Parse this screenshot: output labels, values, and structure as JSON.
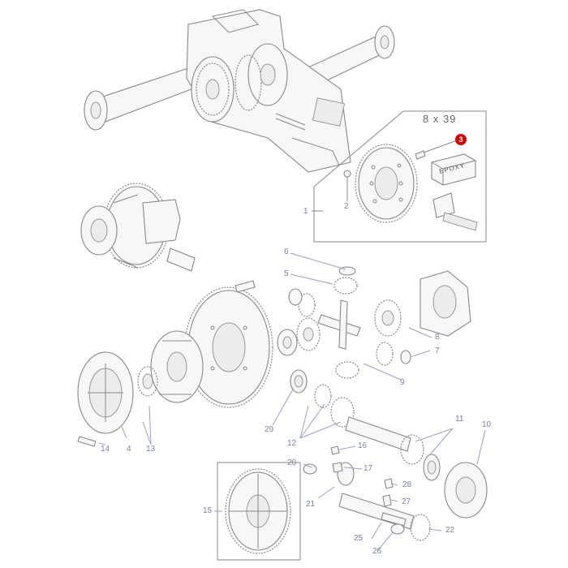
{
  "diagram": {
    "inset": {
      "header_text": "8 x 39",
      "epoxy_label": "EPOXY",
      "badge_number": "3"
    },
    "callouts": {
      "c1": "1",
      "c2": "2",
      "c4": "4",
      "c5": "5",
      "c6": "6",
      "c7": "7",
      "c8": "8",
      "c9": "9",
      "c10": "10",
      "c11": "11",
      "c12": "12",
      "c13": "13",
      "c14": "14",
      "c15": "15",
      "c16": "16",
      "c17": "17",
      "c20": "20",
      "c21": "21",
      "c22": "22",
      "c25": "25",
      "c26": "26",
      "c27": "27",
      "c28": "28",
      "c29": "29"
    },
    "colors": {
      "badge": "#d40000",
      "callout_text": "#7a7ea8",
      "line": "#888888"
    }
  }
}
